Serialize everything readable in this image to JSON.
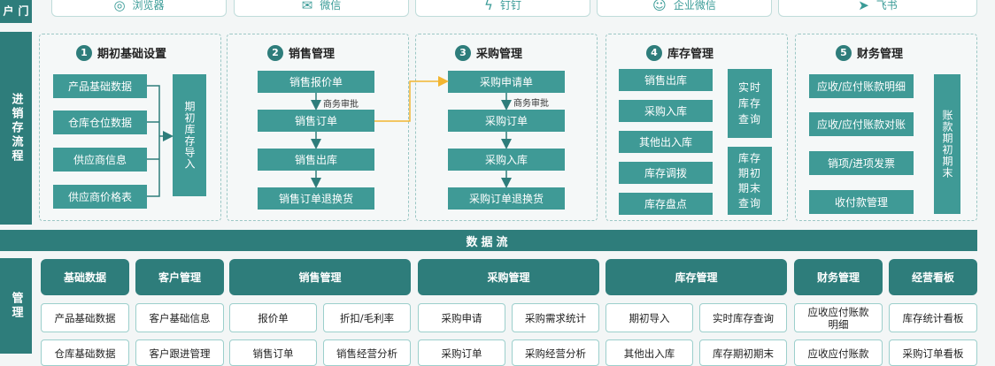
{
  "sides": {
    "client": "门户",
    "process": "进销存流程",
    "manage": "管理"
  },
  "clients": [
    {
      "icon": "browser-icon",
      "glyph": "◎",
      "label": "浏览器"
    },
    {
      "icon": "wechat-icon",
      "glyph": "✉",
      "label": "微信"
    },
    {
      "icon": "dingtalk-icon",
      "glyph": "ϟ",
      "label": "钉钉"
    },
    {
      "icon": "wecom-icon",
      "glyph": "☺",
      "label": "企业微信"
    },
    {
      "icon": "feishu-icon",
      "glyph": "➤",
      "label": "飞书"
    }
  ],
  "sections": {
    "s1": {
      "num": "1",
      "title": "期初基础设置",
      "items": [
        "产品基础数据",
        "仓库仓位数据",
        "供应商信息",
        "供应商价格表"
      ],
      "side": "期初库存导入"
    },
    "s2": {
      "num": "2",
      "title": "销售管理",
      "items": [
        "销售报价单",
        "销售订单",
        "销售出库",
        "销售订单退换货"
      ],
      "approval": "商务审批"
    },
    "s3": {
      "num": "3",
      "title": "采购管理",
      "items": [
        "采购申请单",
        "采购订单",
        "采购入库",
        "采购订单退换货"
      ],
      "approval": "商务审批"
    },
    "s4": {
      "num": "4",
      "title": "库存管理",
      "items": [
        "销售出库",
        "采购入库",
        "其他出入库",
        "库存调拨",
        "库存盘点"
      ],
      "side1": "实时库存查询",
      "side2": "库存期初期末查询"
    },
    "s5": {
      "num": "5",
      "title": "财务管理",
      "items": [
        "应收/应付账款明细",
        "应收/应付账款对账",
        "销项/进项发票",
        "收付款管理"
      ],
      "side": "账款期初期末"
    }
  },
  "dataflow": "数据流",
  "modules": [
    "基础数据",
    "客户管理",
    "销售管理",
    "采购管理",
    "库存管理",
    "财务管理",
    "经营看板"
  ],
  "cells_row1": [
    "产品基础数据",
    "客户基础信息",
    "报价单",
    "折扣/毛利率",
    "采购申请",
    "采购需求统计",
    "期初导入",
    "实时库存查询",
    "应收应付账款明细",
    "库存统计看板"
  ],
  "cells_row2": [
    "仓库基础数据",
    "客户跟进管理",
    "销售订单",
    "销售经营分析",
    "采购订单",
    "采购经营分析",
    "其他出入库",
    "库存期初期末",
    "应收应付账款",
    "采购订单看板"
  ],
  "colors": {
    "primary": "#2e7d7b",
    "box": "#3f9a96",
    "arrow_highlight": "#f2b531"
  }
}
